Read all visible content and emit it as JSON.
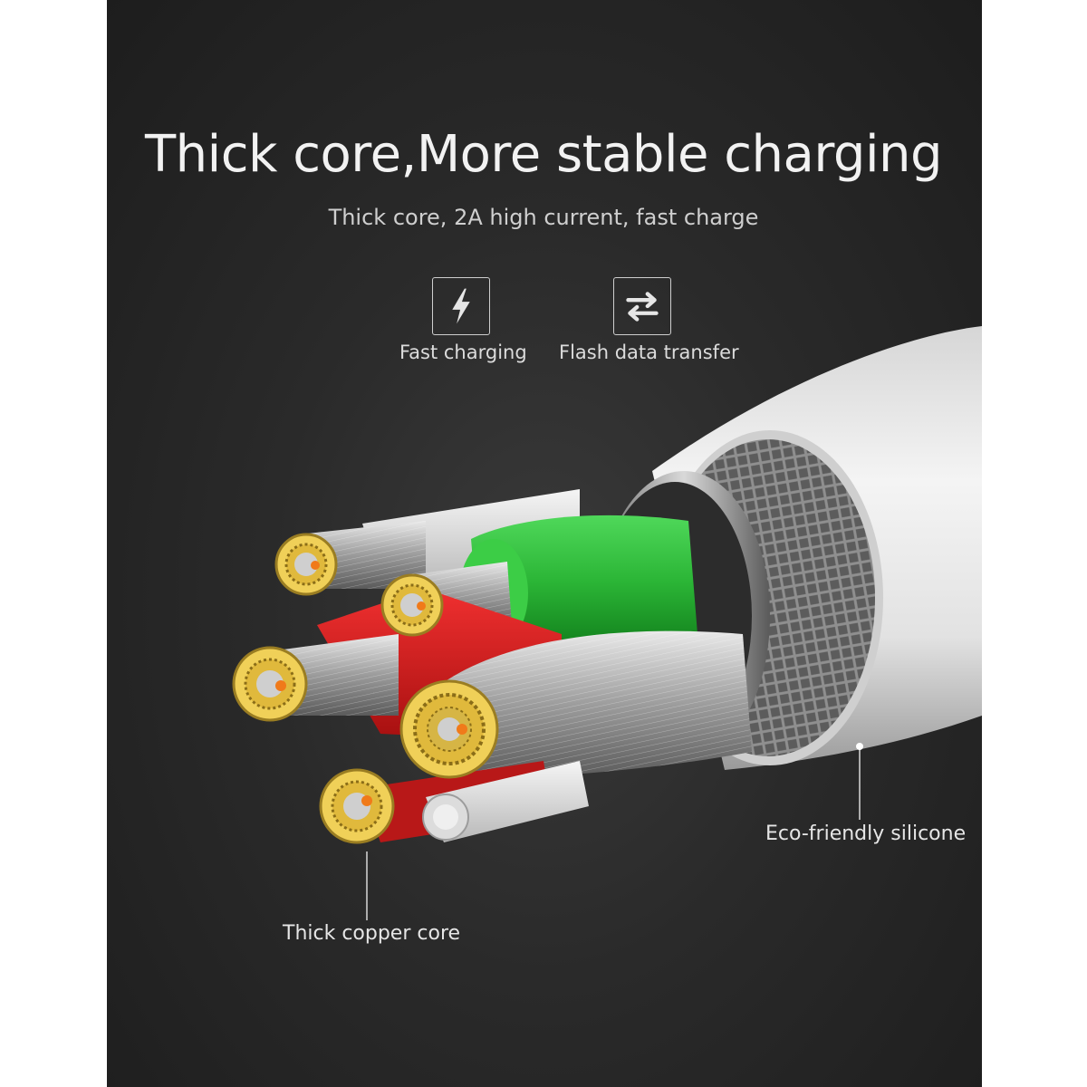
{
  "header": {
    "title": "Thick core,More stable charging",
    "subtitle": "Thick core, 2A high current, fast charge"
  },
  "features": [
    {
      "icon": "lightning-bolt-icon",
      "label": "Fast charging"
    },
    {
      "icon": "swap-arrows-icon",
      "label": "Flash data transfer"
    }
  ],
  "callouts": {
    "silicone": "Eco-friendly silicone",
    "copper": "Thick copper core"
  },
  "colors": {
    "background": "#262626",
    "wire_green": "#2fbf3a",
    "wire_red": "#d81e1e",
    "wire_white": "#e8e8e8",
    "copper_gold": "#e6c44a"
  }
}
